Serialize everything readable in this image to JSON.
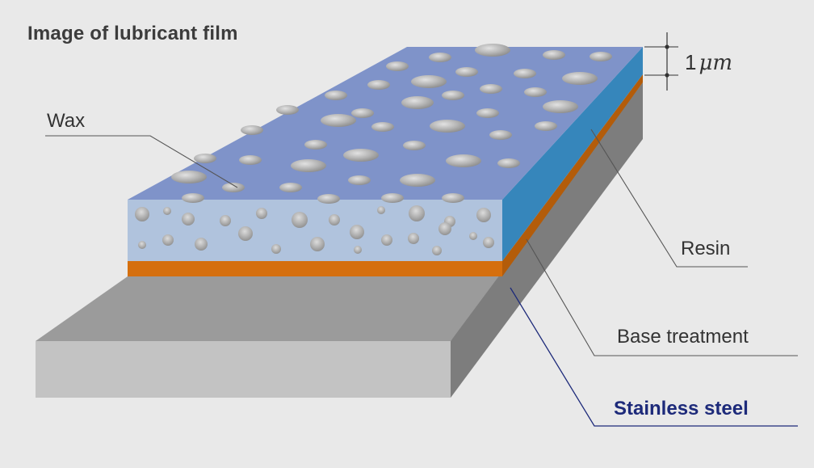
{
  "title": "Image of lubricant film",
  "labels": {
    "wax": "Wax",
    "resin": "Resin",
    "base_treatment": "Base treatment",
    "stainless_steel": "Stainless steel"
  },
  "thickness": {
    "value": "1",
    "unit": "μm"
  },
  "colors": {
    "background": "#e9e9e9",
    "resin_top": "#7f93c9",
    "resin_side": "#3686bb",
    "resin_front": "#b0c3dd",
    "base_treatment": "#d56f0e",
    "steel_top": "#9b9b9b",
    "steel_front": "#c3c3c3",
    "steel_side": "#7d7d7d",
    "wax_particle": "#a8a8a8",
    "stainless_label": "#1d2a7a"
  }
}
